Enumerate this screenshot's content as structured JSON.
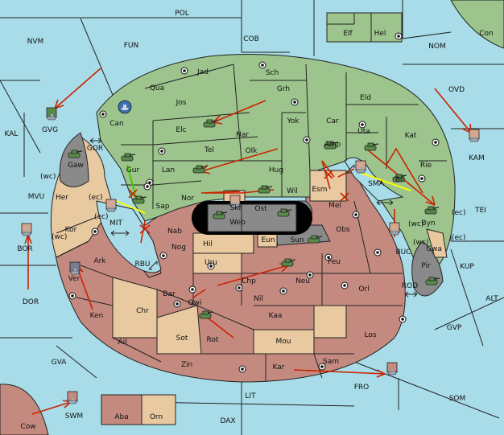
{
  "colors": {
    "sea": "#a8dce8",
    "green_power": "#9cc48c",
    "tan_power": "#e8c9a0",
    "red_power": "#c48a80",
    "grey_power": "#8a8a8a",
    "order_arrow": "#cc2200",
    "support_line": "#ffff00",
    "convoy_line": "#44cc00"
  },
  "sea_labels": [
    "POL",
    "NVM",
    "FUN",
    "COB",
    "NOM",
    "Con",
    "KAL",
    "OVD",
    "KAM",
    "MVU",
    "TEI",
    "BOR",
    "DOR",
    "KUP",
    "ALT",
    "GVP",
    "GVA",
    "FRO",
    "SOM",
    "LIT",
    "DAX",
    "Cow",
    "SWM",
    "GVG",
    "GOR",
    "MIT",
    "RBU",
    "SMA",
    "BUC",
    "ROD"
  ],
  "green_labels": [
    "Elf",
    "Hel",
    "Jad",
    "Sch",
    "Qua",
    "Grh",
    "Jos",
    "Eld",
    "Can",
    "Yok",
    "Car",
    "Elc",
    "Nar",
    "Uta",
    "Tel",
    "Olk",
    "Amp",
    "Kat",
    "Lan",
    "Hug",
    "Rie",
    "Gur",
    "Wil",
    "Bri",
    "Nor",
    "Sap",
    "Byn"
  ],
  "tan_labels": [
    "Gaw",
    "Her",
    "Kor",
    "Skr",
    "Esm",
    "Hil",
    "Eun",
    "Uru",
    "Sot",
    "Orn"
  ],
  "red_labels": [
    "Ver",
    "Ark",
    "Ken",
    "Ail",
    "Chr",
    "Nab",
    "Nog",
    "Bar",
    "Qwi",
    "Rot",
    "Zin",
    "Kar",
    "Sam",
    "Mou",
    "Kaa",
    "Nil",
    "Chp",
    "Neu",
    "Feu",
    "Orl",
    "Los",
    "Mel",
    "Obs",
    "Aba"
  ],
  "grey_labels": [
    "Ost",
    "Web",
    "Sun",
    "Pir",
    "Gwa"
  ],
  "coast_marks": [
    "(wc)",
    "(ec)",
    "(ec)",
    "(wc)",
    "(wc)",
    "(wc)",
    "(ec)",
    "(ec)"
  ],
  "units": [
    {
      "type": "fleet",
      "power": "green",
      "province": "Can"
    },
    {
      "type": "fleet",
      "power": "green",
      "province": "GVG"
    },
    {
      "type": "army",
      "power": "green",
      "province": "Elc"
    },
    {
      "type": "army",
      "power": "green",
      "province": "Lan"
    },
    {
      "type": "army",
      "power": "green",
      "province": "Wil"
    },
    {
      "type": "army",
      "power": "green",
      "province": "Gur"
    },
    {
      "type": "army",
      "power": "green",
      "province": "Sap"
    },
    {
      "type": "army",
      "power": "green",
      "province": "Gaw"
    },
    {
      "type": "army",
      "power": "green",
      "province": "Amp"
    },
    {
      "type": "army",
      "power": "green",
      "province": "Uta"
    },
    {
      "type": "army",
      "power": "green",
      "province": "Bri"
    },
    {
      "type": "army",
      "power": "green",
      "province": "Byn"
    },
    {
      "type": "army",
      "power": "green",
      "province": "Web"
    },
    {
      "type": "army",
      "power": "green",
      "province": "Ost"
    },
    {
      "type": "army",
      "power": "green",
      "province": "Sun"
    },
    {
      "type": "army",
      "power": "green",
      "province": "Feu"
    },
    {
      "type": "army",
      "power": "green",
      "province": "Qwi"
    },
    {
      "type": "army",
      "power": "green",
      "province": "Pir"
    },
    {
      "type": "fleet",
      "power": "grey",
      "province": "Ver"
    },
    {
      "type": "fleet",
      "power": "tan",
      "province": "BOR"
    },
    {
      "type": "fleet",
      "power": "tan",
      "province": "MIT"
    },
    {
      "type": "fleet",
      "power": "tan",
      "province": "Skr"
    },
    {
      "type": "fleet",
      "power": "tan",
      "province": "SMA"
    },
    {
      "type": "fleet",
      "power": "tan",
      "province": "BUC"
    },
    {
      "type": "fleet",
      "power": "tan",
      "province": "KAM"
    },
    {
      "type": "fleet",
      "power": "red",
      "province": "FRO"
    },
    {
      "type": "fleet",
      "power": "red",
      "province": "SWM"
    }
  ]
}
